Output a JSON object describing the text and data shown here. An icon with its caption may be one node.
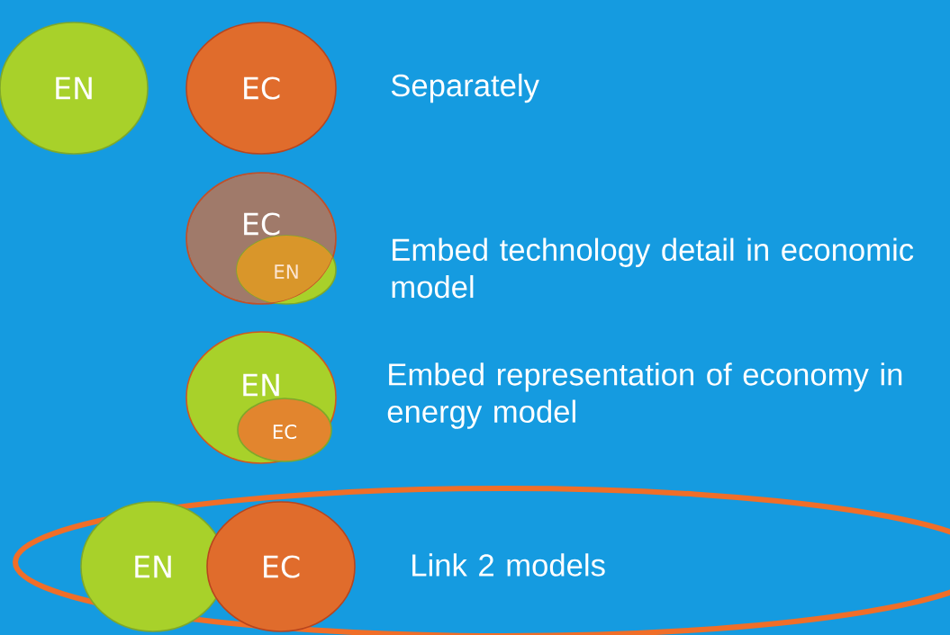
{
  "diagram": {
    "nodes": [
      {
        "text": [
          "EN"
        ]
      },
      {
        "text": [
          "EC"
        ]
      },
      {
        "text": [
          "EC"
        ]
      },
      {
        "text": [
          "EN"
        ]
      },
      {
        "text": [
          "EN"
        ]
      },
      {
        "text": [
          "EC"
        ],
        "in": 4
      },
      {
        "text": [
          "EN"
        ]
      },
      {
        "text": [
          "EC"
        ]
      }
    ],
    "labels": [
      "Separately",
      "Embed technology detail in economic model",
      "Embed representation of economy in energy model",
      "Link 2 models"
    ]
  }
}
